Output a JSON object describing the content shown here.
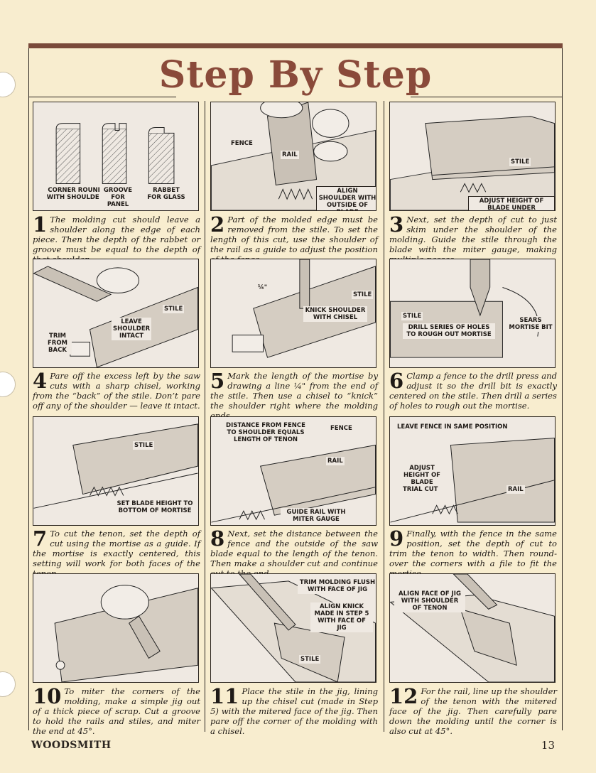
{
  "page": {
    "title": "Step By Step",
    "footer_brand": "WOODSMITH",
    "page_number": "13"
  },
  "steps": [
    {
      "num": "1",
      "text": "The molding cut should leave a shoulder along the edge of each piece. Then the depth of the rabbet or groove must be equal to the depth of that shoulder.",
      "labels": [
        "CORNER ROUND WITH SHOULDER",
        "GROOVE FOR PANEL",
        "RABBET FOR GLASS"
      ]
    },
    {
      "num": "2",
      "text": "Part of the molded edge must be removed from the stile. To set the length of this cut, use the shoulder of the rail as a guide to adjust the position of the fence.",
      "labels": [
        "FENCE",
        "RAIL",
        "ALIGN SHOULDER WITH OUTSIDE OF BLADE"
      ]
    },
    {
      "num": "3",
      "text": "Next, set the depth of cut to just skim under the shoulder of the molding. Guide the stile through the blade with the miter gauge, making multiple passes.",
      "labels": [
        "STILE",
        "ADJUST HEIGHT OF BLADE UNDER SHOULDER"
      ]
    },
    {
      "num": "4",
      "text": "Pare off the excess left by the saw cuts with a sharp chisel, working from the “back” of the stile. Don’t pare off any of the shoulder — leave it intact.",
      "labels": [
        "STILE",
        "LEAVE SHOULDER INTACT",
        "TRIM FROM BACK"
      ]
    },
    {
      "num": "5",
      "text": "Mark the length of the mortise by drawing a line ¼\" from the end of the stile. Then use a chisel to “knick” the shoulder right where the molding ends.",
      "labels": [
        "¼\"",
        "STILE",
        "KNICK SHOULDER WITH CHISEL"
      ]
    },
    {
      "num": "6",
      "text": "Clamp a fence to the drill press and adjust it so the drill bit is exactly centered on the stile. Then drill a series of holes to rough out the mortise.",
      "labels": [
        "STILE",
        "DRILL SERIES OF HOLES TO ROUGH OUT MORTISE",
        "SEARS MORTISE BIT"
      ]
    },
    {
      "num": "7",
      "text": "To cut the tenon, set the depth of cut using the mortise as a guide. If the mortise is exactly centered, this setting will work for both faces of the tenon.",
      "labels": [
        "STILE",
        "SET BLADE HEIGHT TO BOTTOM OF MORTISE"
      ]
    },
    {
      "num": "8",
      "text": "Next, set the distance between the fence and the outside of the saw blade equal to the length of the tenon. Then make a shoulder cut and continue out to the end.",
      "labels": [
        "DISTANCE FROM FENCE TO SHOULDER EQUALS LENGTH OF TENON",
        "FENCE",
        "RAIL",
        "GUIDE RAIL WITH MITER GAUGE"
      ]
    },
    {
      "num": "9",
      "text": "Finally, with the fence in the same position, set the depth of cut to trim the tenon to width. Then round-over the corners with a file to fit the mortise.",
      "labels": [
        "LEAVE FENCE IN SAME POSITION",
        "ADJUST HEIGHT OF BLADE",
        "TRIAL CUT",
        "RAIL"
      ]
    },
    {
      "num": "10",
      "text": "To miter the corners of the molding, make a simple jig out of a thick piece of scrap. Cut a groove to hold the rails and stiles, and miter the end at 45°.",
      "labels": []
    },
    {
      "num": "11",
      "text": "Place the stile in the jig, lining up the chisel cut (made in Step 5) with the mitered face of the jig. Then pare off the corner of the molding with a chisel.",
      "labels": [
        "TRIM MOLDING FLUSH WITH FACE OF JIG",
        "ALIGN KNICK MADE IN STEP 5 WITH FACE OF JIG",
        "STILE"
      ]
    },
    {
      "num": "12",
      "text": "For the rail, line up the shoulder of the tenon with the mitered face of the jig. Then carefully pare down the molding until the corner is also cut at 45°.",
      "labels": [
        "ALIGN FACE OF JIG WITH SHOULDER OF TENON"
      ]
    }
  ]
}
